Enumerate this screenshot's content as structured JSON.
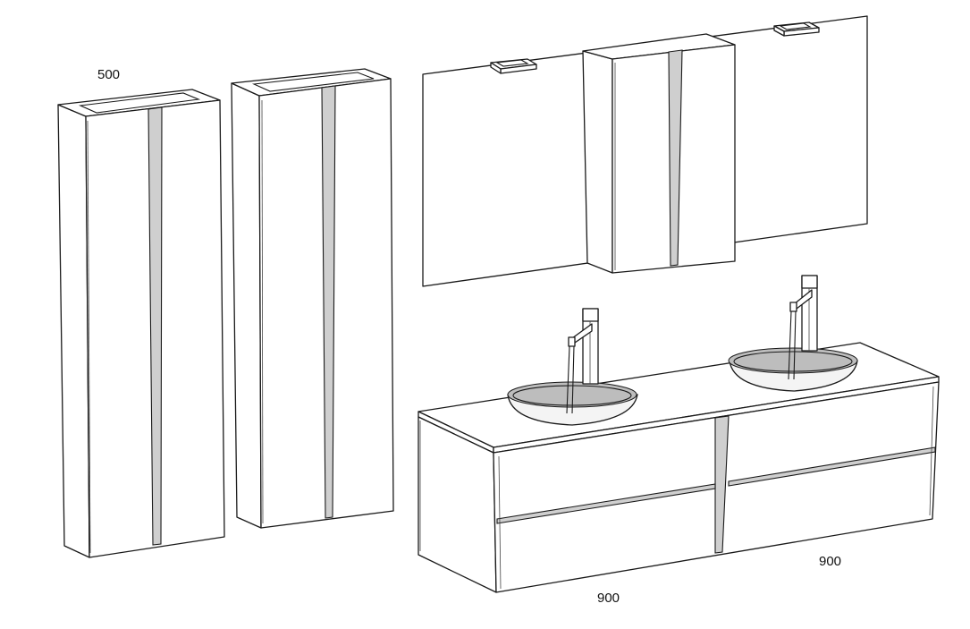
{
  "dimensions": {
    "tall_unit_width": "500",
    "vanity_left_width": "900",
    "vanity_right_width": "900"
  }
}
